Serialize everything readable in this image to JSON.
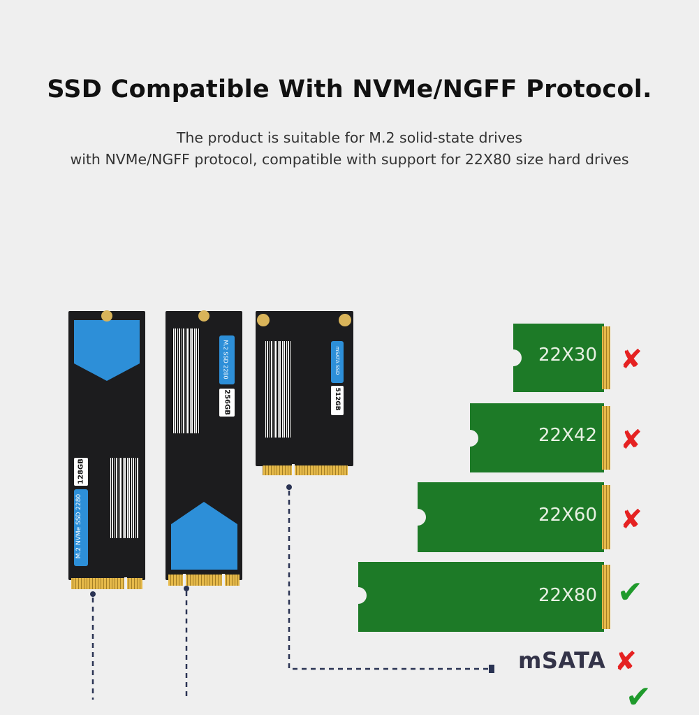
{
  "header": {
    "title": "SSD Compatible With NVMe/NGFF Protocol.",
    "subtitle_line1": "The product is suitable for M.2 solid-state drives",
    "subtitle_line2": "with NVMe/NGFF protocol, compatible with support for 22X80 size hard drives"
  },
  "drives": [
    {
      "model_label": "M.2 NVMe SSD 2280",
      "capacity": "128GB"
    },
    {
      "model_label": "M.2 SSD 2280",
      "capacity": "256GB"
    },
    {
      "model_label": "mSATA SSD",
      "capacity": "512GB"
    }
  ],
  "sizes": [
    {
      "label": "22X30",
      "compatible": false
    },
    {
      "label": "22X42",
      "compatible": false
    },
    {
      "label": "22X60",
      "compatible": false
    },
    {
      "label": "22X80",
      "compatible": true
    }
  ],
  "msata": {
    "label": "mSATA",
    "compatible": false
  },
  "marks": {
    "cross": "✘",
    "check": "✔"
  },
  "colors": {
    "board_green": "#1d7a27",
    "cross_red": "#e52222",
    "check_green": "#1f9a2c",
    "drive_blue": "#2d8fd8"
  }
}
